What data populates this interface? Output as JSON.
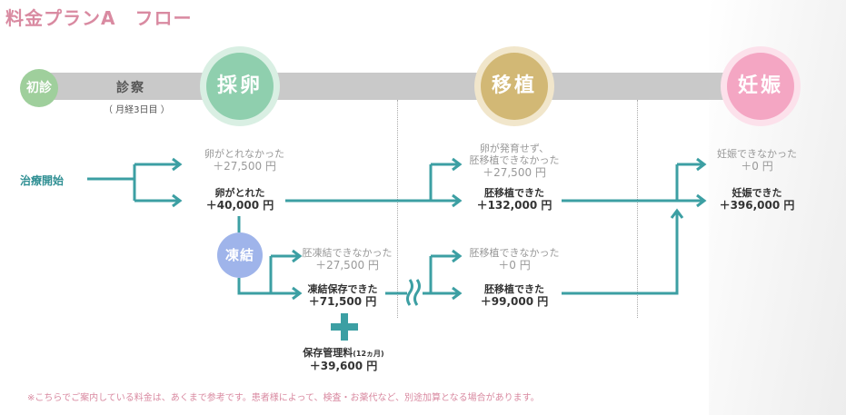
{
  "title": "料金プランA　フロー",
  "stages": {
    "first_visit": "初診",
    "exam": "診察",
    "exam_note": "（ 月経3日目 ）",
    "retrieval": "採卵",
    "transfer": "移植",
    "pregnancy": "妊娠",
    "freezing": "凍結"
  },
  "start_label": "治療開始",
  "nodes": {
    "no_egg": {
      "text": "卵がとれなかった",
      "price": "＋27,500 円"
    },
    "egg_ok": {
      "text": "卵がとれた",
      "price": "＋40,000 円"
    },
    "no_dev_line1": "卵が発育せず、",
    "no_dev_line2": "胚移植できなかった",
    "no_dev_price": "＋27,500 円",
    "transfer_ok_1": {
      "text": "胚移植できた",
      "price": "＋132,000 円"
    },
    "freeze_fail": {
      "text": "胚凍結できなかった",
      "price": "＋27,500 円"
    },
    "freeze_ok": {
      "text": "凍結保存できた",
      "price": "＋71,500 円"
    },
    "transfer_fail_2": {
      "text": "胚移植できなかった",
      "price": "＋0 円"
    },
    "transfer_ok_2": {
      "text": "胚移植できた",
      "price": "＋99,000 円"
    },
    "not_pregnant": {
      "text": "妊娠できなかった",
      "price": "＋0 円"
    },
    "pregnant": {
      "text": "妊娠できた",
      "price": "＋396,000 円"
    }
  },
  "storage_fee": {
    "label": "保存管理料",
    "period": "(12ヵ月)",
    "price": "＋39,600 円"
  },
  "footnote": "※こちらでご案内している料金は、あくまで参考です。患者様によって、検査・お薬代など、別途加算となる場合があります。",
  "colors": {
    "title": "#d98aa1",
    "flow_line": "#3c9fa3",
    "first_visit": "#9fcf9c",
    "retrieval": "#8fcfae",
    "transfer": "#d2b875",
    "pregnancy": "#f4a6c3",
    "freezing": "#9fb4ea",
    "progress_bar": "#c9c9c9"
  }
}
